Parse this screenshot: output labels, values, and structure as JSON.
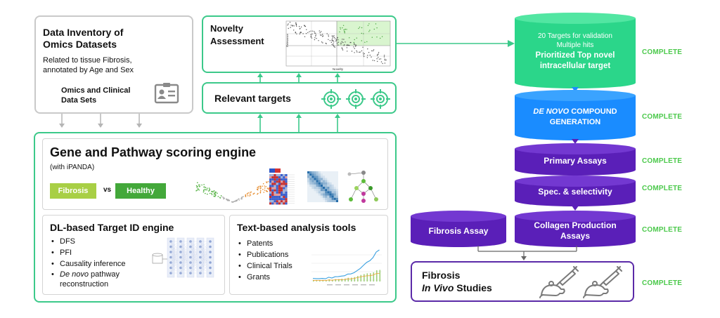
{
  "inventory": {
    "title": "Data Inventory of Omics Datasets",
    "desc": "Related to tissue Fibrosis, annotated by Age and Sex",
    "sub": "Omics and Clinical Data Sets",
    "icon": "id-card-icon"
  },
  "novelty": {
    "title": "Novelty Assessment",
    "ylabel": "Relevance",
    "xlabel": "Novelty"
  },
  "relevant": {
    "title": "Relevant targets",
    "icon": "target-icon"
  },
  "engine": {
    "title": "Gene and Pathway scoring engine",
    "subtitle": "(with iPANDA)",
    "fibrosis": "Fibrosis",
    "vs": "vs",
    "healthy": "Healthy"
  },
  "dl_engine": {
    "title": "DL-based Target ID engine",
    "items": [
      "DFS",
      "PFI",
      "Causality inference"
    ],
    "item_em": "De novo",
    "item_em_rest": "pathway reconstruction"
  },
  "text_tools": {
    "title": "Text-based analysis tools",
    "items": [
      "Patents",
      "Publications",
      "Clinical Trials",
      "Grants"
    ]
  },
  "pipeline": {
    "top_line1": "20 Targets for validation",
    "top_line2": "Multiple hits",
    "top_bold": "Prioritized Top novel intracellular target",
    "denovo_em": "DE NOVO",
    "denovo_rest": "COMPOUND GENERATION",
    "primary": "Primary Assays",
    "spec": "Spec. & selectivity",
    "fibrosis_assay": "Fibrosis Assay",
    "collagen": "Collagen Production Assays",
    "invivo_line1": "Fibrosis",
    "invivo_em": "In Vivo",
    "invivo_rest": "Studies",
    "status": "COMPLETE"
  },
  "colors": {
    "green_border": "#3cc98a",
    "top_cylinder": "#2bd68a",
    "blue_cylinder": "#1a8cff",
    "purple_cylinder": "#5a1fb8",
    "complete": "#4cc94c",
    "fibrosis_pill": "#a8cf45",
    "healthy_pill": "#43a83a"
  }
}
